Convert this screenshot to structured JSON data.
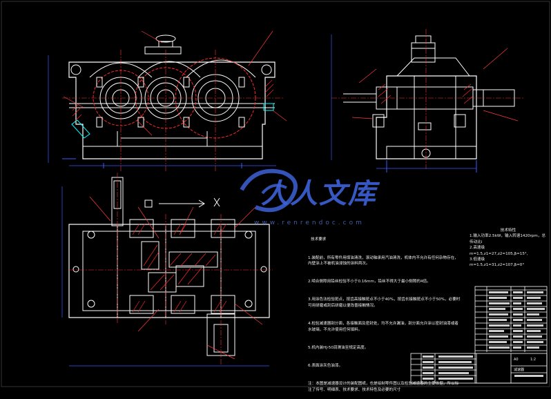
{
  "watermark": {
    "brand": "人人文库",
    "url": "www.renrendoc.com"
  },
  "technical_requirements": {
    "title": "技术要求",
    "lines": [
      "1.装配前，所有零件用煤油清洗，滚动轴承用汽油清洗，机体内不允许有任何杂物存在，内壁涂上不被机油浸蚀的涂料两次。",
      "2.啮合侧隙用铅丝检验不小于0.16mm，铅丝不得大于最小侧隙的4倍。",
      "3.用涂色法检验斑点，按齿高接触斑点不小于40%，按齿长接触斑点不小于50%，必要时可用研磨或刮后研磨以便改善接触情况。",
      "4.检验减速器剖分面，各接触面及密封处，均不允许漏油，剖分面允许涂以密封油漆或者水玻璃，不允许使用任何填料。",
      "5.机内装HJ-50润滑油至规定高度。",
      "6.表面涂灰色油漆。",
      "注：本图是减速器设计的装配图纸，也是绘制零件图以及检验减速器的主要依据，所以标注了传号、明细表、技术要求、技术特性及必要的尺寸"
    ]
  },
  "technical_characteristics": {
    "title": "技术特性",
    "items": [
      "1.输入功率2.5kW，输入转速1420rpm，总传动比i",
      "2.高速级",
      "m=1.5,z1=27,z2=105,β=15°,",
      "3.低速级",
      "m=1.5,z1=31,z2=107,β=0°"
    ]
  },
  "title_block": {
    "scale": "1:2",
    "drawing_no": "A0",
    "name": "减速器"
  },
  "colors": {
    "background": "#000000",
    "outline": "#ffffff",
    "hidden": "#ff2a2a",
    "dimension": "#3a5bff",
    "hatch": "#ff2a2a",
    "centerline": "#ff3333",
    "accent": "#00ffff",
    "leader": "#ff3b3b"
  }
}
